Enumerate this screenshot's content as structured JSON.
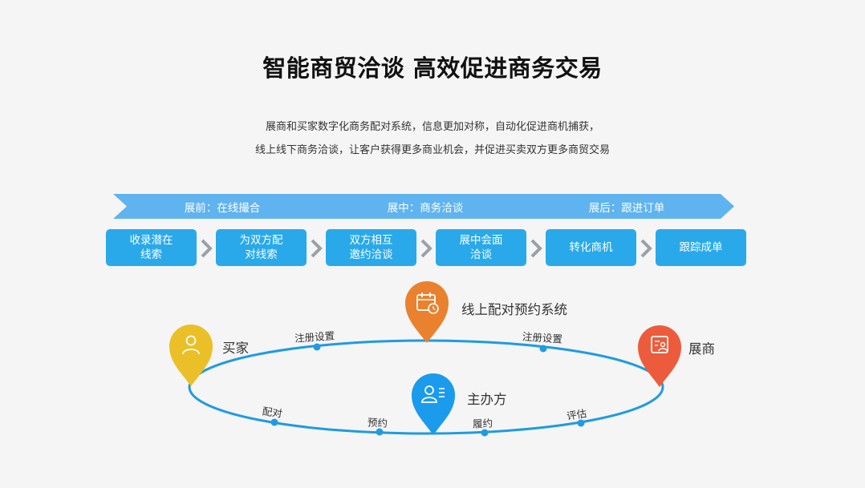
{
  "title": "智能商贸洽谈 高效促进商务交易",
  "description": [
    "展商和买家数字化商务配对系统，信息更加对称，自动化促进商机捕获，",
    "线上线下商务洽谈，让客户获得更多商业机会，并促进买卖双方更多商贸交易"
  ],
  "phases": [
    "展前：在线撮合",
    "展中：商务洽谈",
    "展后：跟进订单"
  ],
  "steps": [
    "收录潜在\n线索",
    "为双方配\n对线索",
    "双方相互\n邀约洽谈",
    "展中会面\n洽谈",
    "转化商机",
    "跟踪成单"
  ],
  "nodes": {
    "center_top": {
      "label": "线上配对预约系统",
      "icon": "calendar-clock-icon",
      "color": "#e9812e"
    },
    "buyer": {
      "label": "买家",
      "icon": "user-icon",
      "color": "#ebbf27"
    },
    "exhibitor": {
      "label": "展商",
      "icon": "document-user-icon",
      "color": "#ec5c3c"
    },
    "organizer": {
      "label": "主办方",
      "icon": "user-list-icon",
      "color": "#1b9bec"
    }
  },
  "ring_labels": {
    "register_left": "注册设置",
    "register_right": "注册设置",
    "match": "配对",
    "book": "预约",
    "fulfill": "履约",
    "evaluate": "评估"
  },
  "colors": {
    "phase_arrow": "#5fb3ef",
    "step_box": "#29a9ea",
    "chevron": "#9aa0a8",
    "ring": "#1f9be0"
  }
}
